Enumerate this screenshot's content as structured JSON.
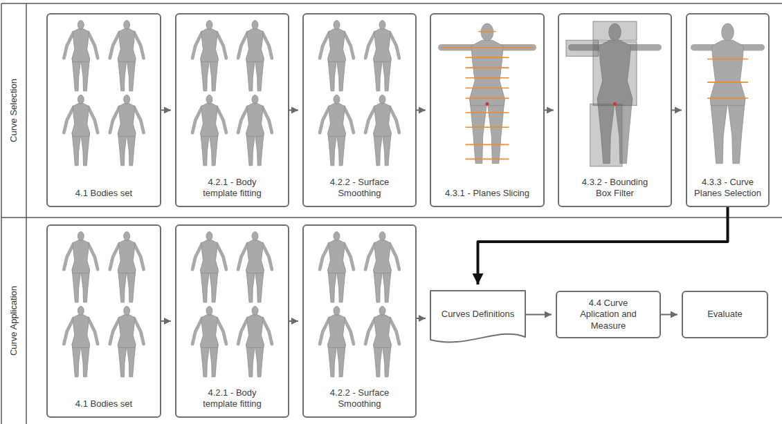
{
  "diagram": {
    "nodes": [
      {
        "text": [
          "Curve Selection"
        ]
      },
      {
        "text": [
          "4.1 Bodies set"
        ],
        "in": 0
      },
      {
        "text": [
          "4.2.1 - Body template fitting"
        ],
        "in": 0
      },
      {
        "text": [
          "4.2.2 - Surface Smoothing"
        ],
        "in": 0
      },
      {
        "text": [
          "4.3.1 - Planes Slicing"
        ],
        "in": 0
      },
      {
        "text": [
          "4.3.2 - Bounding Box Filter"
        ],
        "in": 0
      },
      {
        "text": [
          "4.3.3 - Curve Planes Selection"
        ],
        "in": 0
      },
      {
        "text": [
          "Curve Application"
        ]
      },
      {
        "text": [
          "4.1 Bodies set"
        ],
        "in": 7
      },
      {
        "text": [
          "4.2.1 - Body template fitting"
        ],
        "in": 7
      },
      {
        "text": [
          "4.2.2 - Surface Smoothing"
        ],
        "in": 7
      },
      {
        "text": [
          "Curves Definitions"
        ],
        "in": 7
      },
      {
        "text": [
          "4.4 Curve Aplication and Measure"
        ],
        "in": 7
      },
      {
        "text": [
          "Evaluate"
        ],
        "in": 7
      }
    ],
    "edges": [
      {
        "from": 1,
        "to": 2,
        "arrow": "to"
      },
      {
        "from": 2,
        "to": 3,
        "arrow": "to"
      },
      {
        "from": 3,
        "to": 4,
        "arrow": "to"
      },
      {
        "from": 4,
        "to": 5,
        "arrow": "to"
      },
      {
        "from": 5,
        "to": 6,
        "arrow": "to"
      },
      {
        "from": 6,
        "to": 11,
        "arrow": "to"
      },
      {
        "from": 8,
        "to": 9,
        "arrow": "to"
      },
      {
        "from": 9,
        "to": 10,
        "arrow": "to"
      },
      {
        "from": 10,
        "to": 11,
        "arrow": "to"
      },
      {
        "from": 11,
        "to": 12,
        "arrow": "to"
      },
      {
        "from": 12,
        "to": 13,
        "arrow": "to"
      }
    ]
  }
}
